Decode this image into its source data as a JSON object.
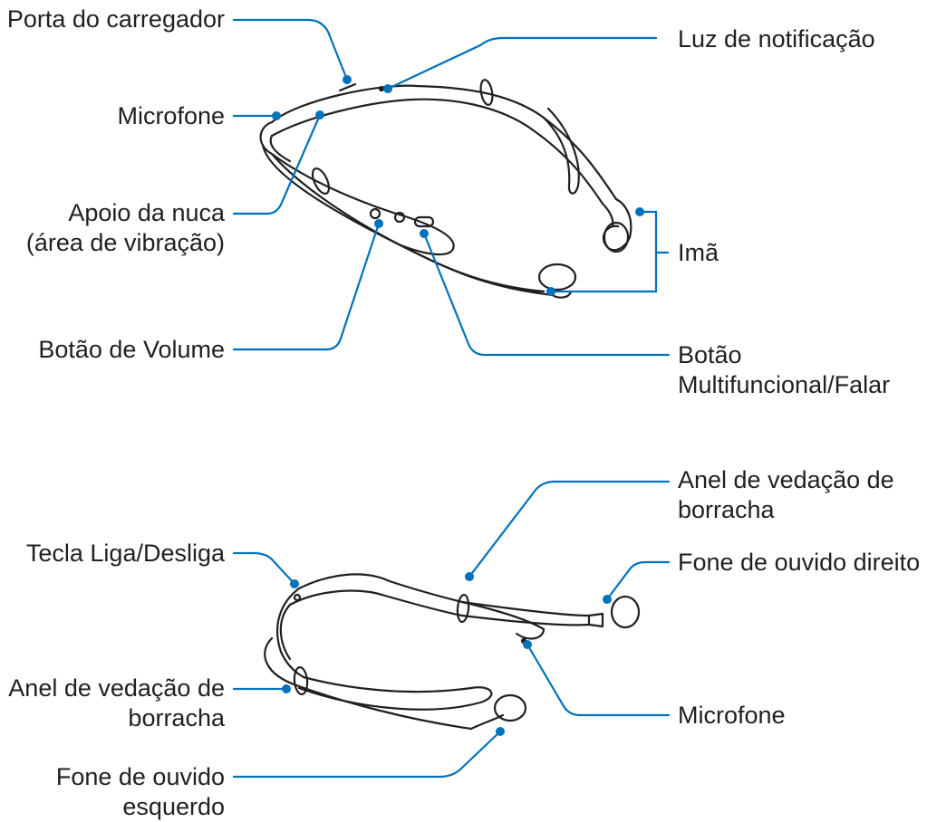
{
  "top_figure": {
    "labels": {
      "porta_carregador": "Porta do carregador",
      "microfone": "Microfone",
      "apoio_nuca": [
        "Apoio da nuca",
        "(área de vibração)"
      ],
      "botao_volume": "Botão de Volume",
      "luz_notificacao": "Luz de notificação",
      "ima": "Imã",
      "botao_multifuncional": [
        "Botão",
        "Multifuncional/Falar"
      ]
    }
  },
  "bottom_figure": {
    "labels": {
      "tecla_liga": "Tecla Liga/Desliga",
      "anel_esquerda": [
        "Anel de vedação de",
        "borracha"
      ],
      "fone_esquerdo": [
        "Fone de ouvido",
        "esquerdo"
      ],
      "anel_direita": [
        "Anel de vedação de",
        "borracha"
      ],
      "fone_direito": "Fone de ouvido direito",
      "microfone": "Microfone"
    }
  },
  "colors": {
    "leader_line": "#0072bc",
    "text": "#231f20",
    "outline": "#231f20"
  }
}
